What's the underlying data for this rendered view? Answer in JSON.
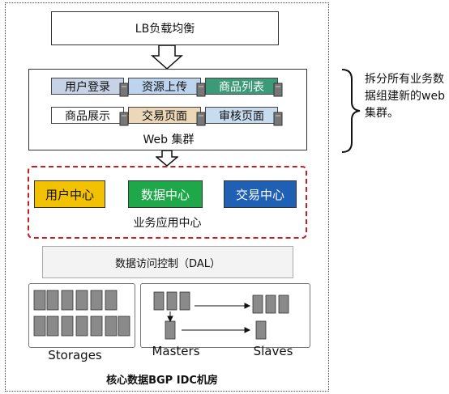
{
  "lb": {
    "label": "LB负载均衡"
  },
  "web_cluster": {
    "caption": "Web 集群",
    "services": [
      {
        "label": "用户登录",
        "bg": "#c8d2e6"
      },
      {
        "label": "资源上传",
        "bg": "#bcd4ee"
      },
      {
        "label": "商品列表",
        "bg": "#3c9a78"
      },
      {
        "label": "商品展示",
        "bg": "#ffffff"
      },
      {
        "label": "交易页面",
        "bg": "#ecd8b8"
      },
      {
        "label": "审核页面",
        "bg": "#c8dcef"
      }
    ]
  },
  "business": {
    "caption": "业务应用中心",
    "centers": [
      {
        "label": "用户中心",
        "bg": "#f2c200"
      },
      {
        "label": "数据中心",
        "bg": "#1fa84a"
      },
      {
        "label": "交易中心",
        "bg": "#1f5fb4"
      }
    ],
    "border_color": "#c81e1e"
  },
  "dal": {
    "label": "数据访问控制（DAL）"
  },
  "storage": {
    "label": "Storages"
  },
  "database": {
    "masters_label": "Masters",
    "slaves_label": "Slaves"
  },
  "footer": {
    "title": "核心数据BGP IDC机房"
  },
  "annotation": {
    "text": "拆分所有业务数据组建新的web集群。"
  }
}
